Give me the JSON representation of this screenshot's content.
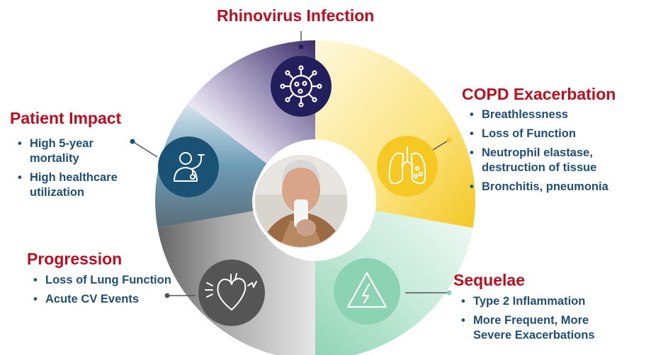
{
  "nodes": {
    "rhinovirus": {
      "title": "Rhinovirus Infection",
      "color": "#231f5c"
    },
    "copd": {
      "title": "COPD Exacerbation",
      "color": "#f5c823",
      "items": [
        "Breathlessness",
        "Loss of Function",
        "Neutrophil elastase, destruction of tissue",
        "Bronchitis, pneumonia"
      ]
    },
    "sequelae": {
      "title": "Sequelae",
      "color": "#8cd3b4",
      "items": [
        "Type 2 Inflammation",
        "More Frequent, More Severe Exacerbations"
      ]
    },
    "progression": {
      "title": "Progression",
      "color": "#555555",
      "items": [
        "Loss of Lung Function",
        "Acute CV Events"
      ]
    },
    "patient_impact": {
      "title": "Patient Impact",
      "color": "#1a5276",
      "items": [
        "High 5-year mortality",
        "High healthcare utilization"
      ]
    }
  },
  "colors": {
    "title_red": "#c00d1e",
    "text_blue": "#1f4e79"
  },
  "icons": {
    "rhinovirus": "virus-icon",
    "copd": "lungs-icon",
    "sequelae": "warning-icon",
    "progression": "heart-icon",
    "patient_impact": "doctor-stethoscope-icon",
    "center": "patient-nebulizer-photo"
  }
}
